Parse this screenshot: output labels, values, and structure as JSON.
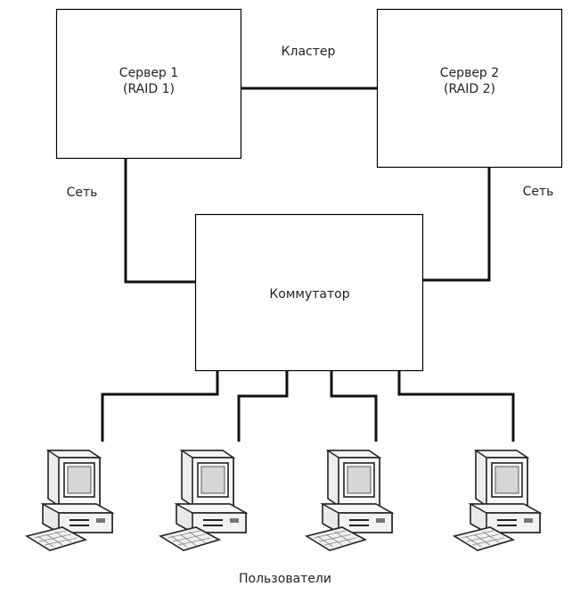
{
  "nodes": {
    "server1": {
      "name": "Сервер 1",
      "raid": "(RAID 1)"
    },
    "server2": {
      "name": "Сервер 2",
      "raid": "(RAID 2)"
    },
    "switch": {
      "label": "Коммутатор"
    }
  },
  "links": {
    "cluster_label": "Кластер",
    "network_left_label": "Сеть",
    "network_right_label": "Сеть"
  },
  "users": {
    "label": "Пользователи",
    "count": 4,
    "icon": "desktop-computer-icon"
  },
  "colors": {
    "line": "#111111",
    "box_border": "#000000",
    "text": "#222222"
  }
}
